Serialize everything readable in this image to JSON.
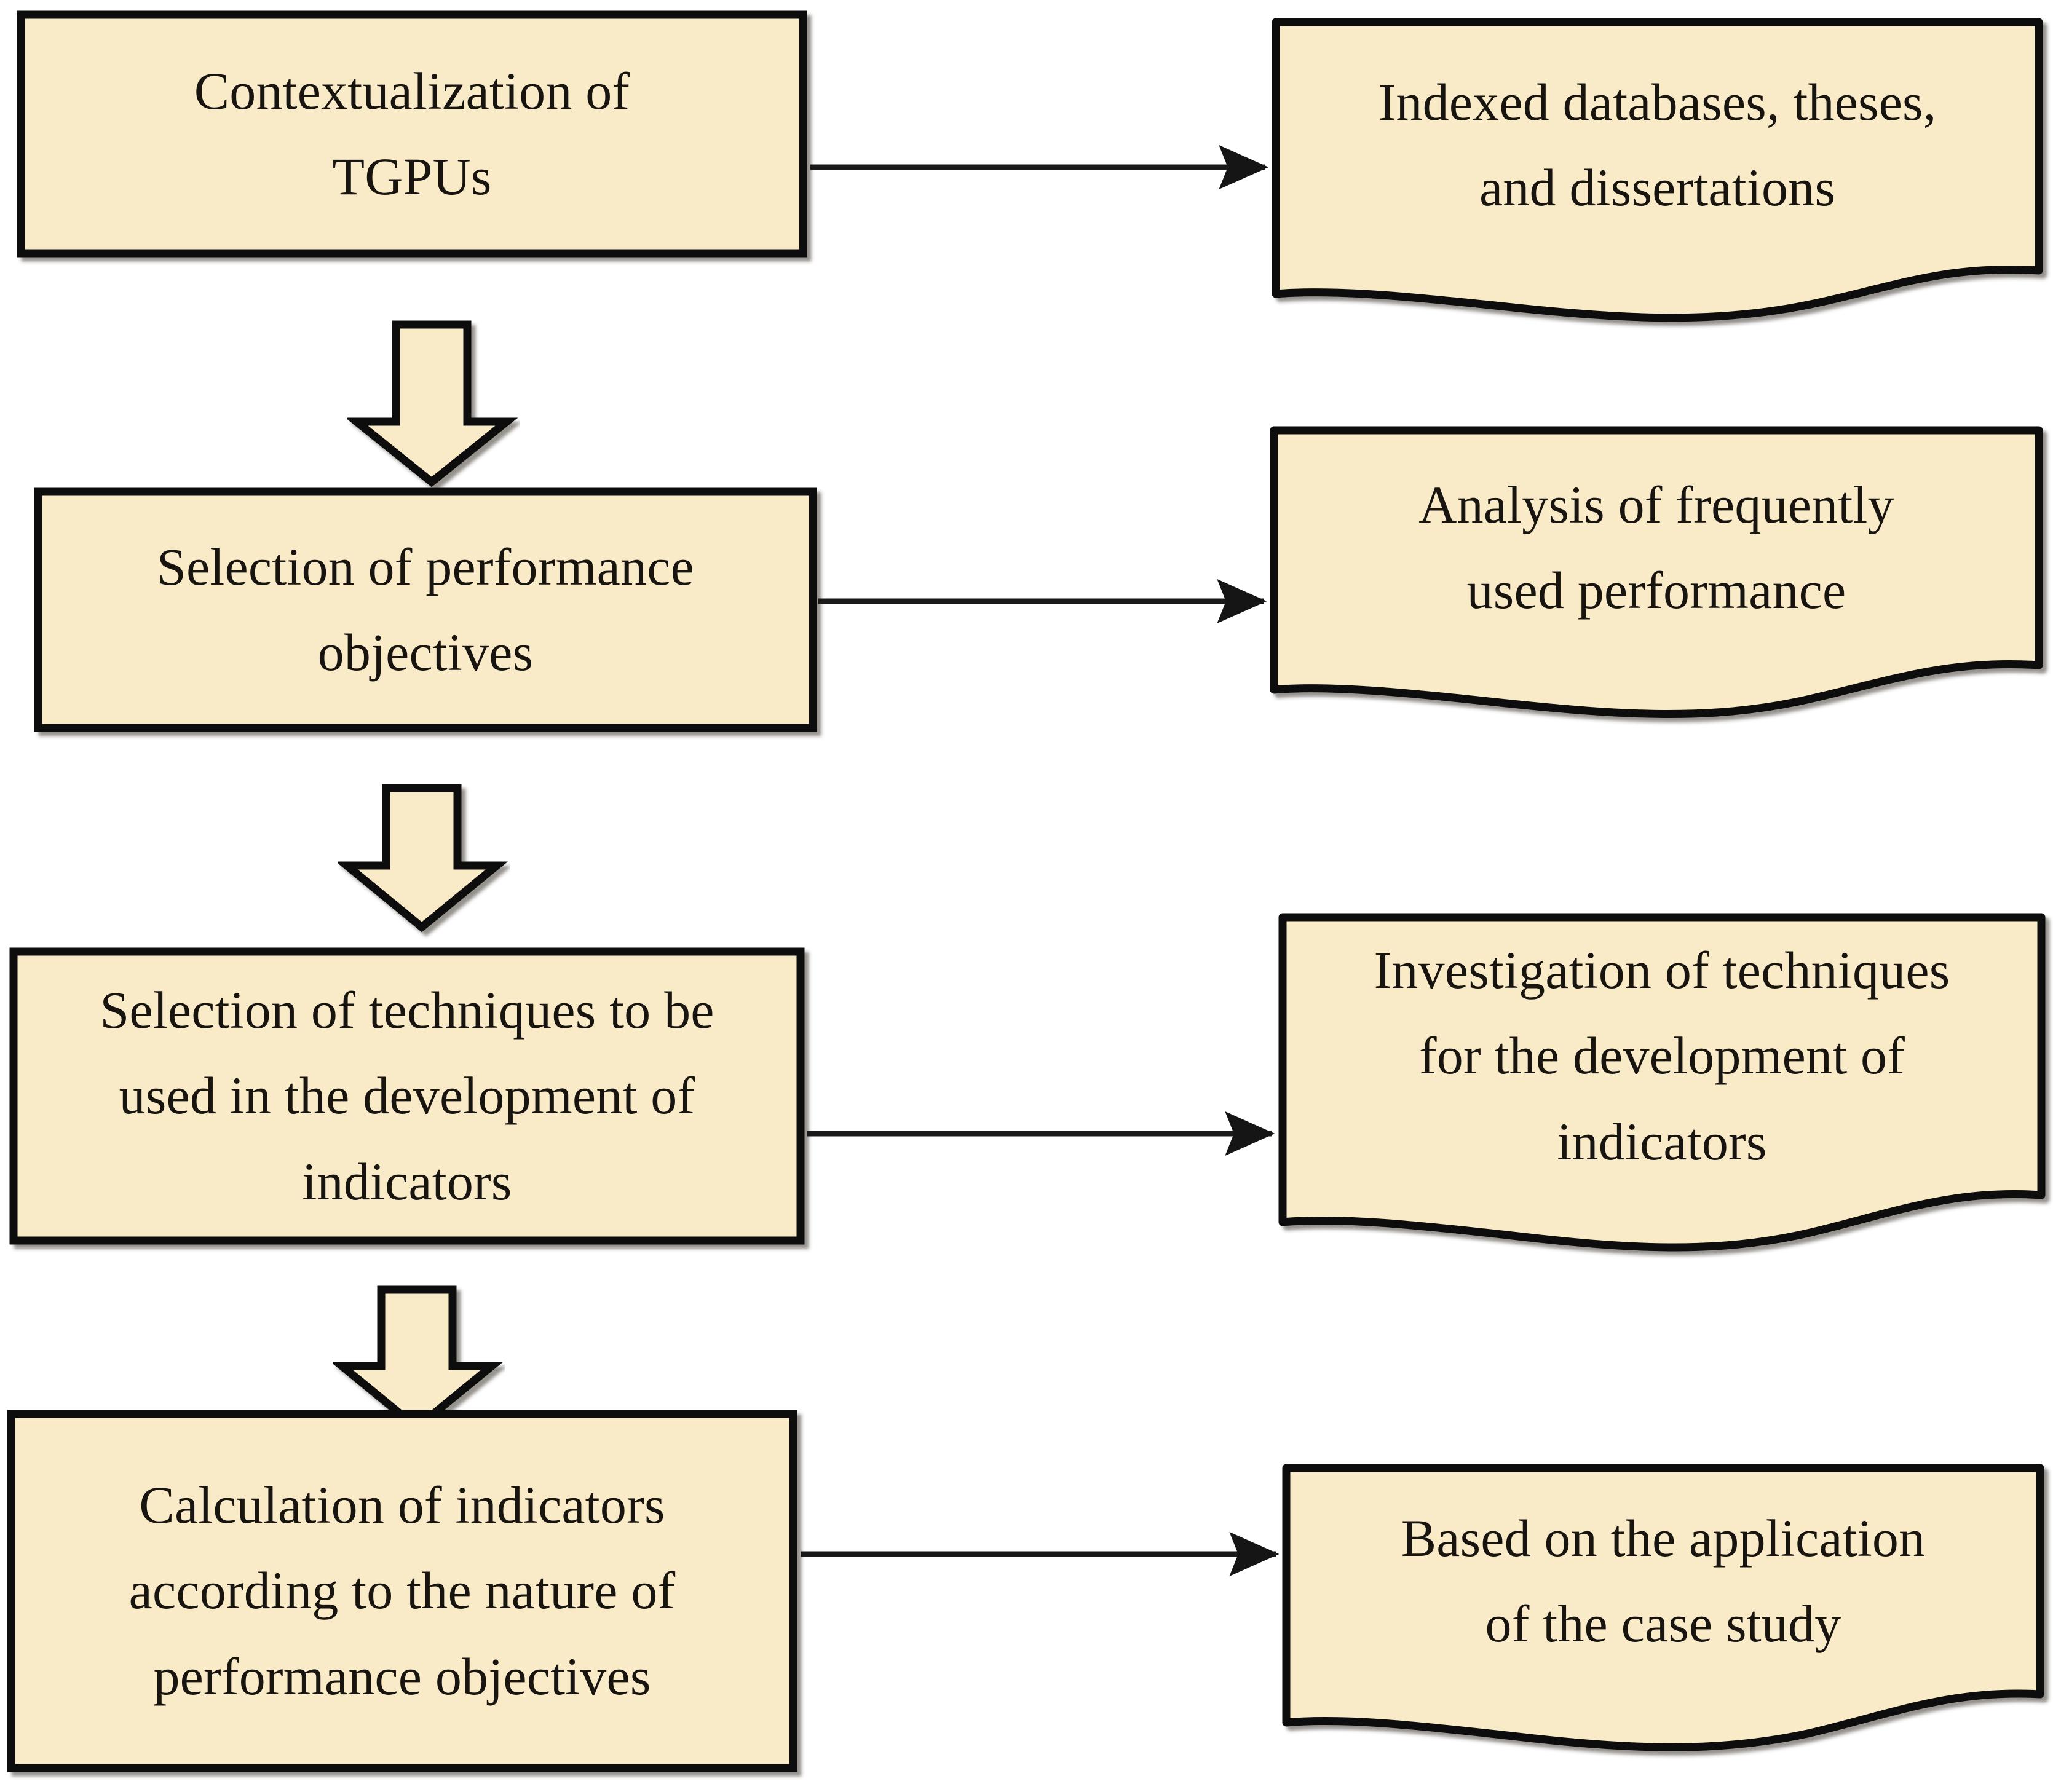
{
  "diagram": {
    "title": "Research methodology flowchart",
    "colors": {
      "node_fill": "#FAEBC8",
      "node_fill_light": "#FCF3DC",
      "node_stroke": "#0D0B08",
      "connector": "#1A1A1A",
      "background": "#FFFFFF"
    },
    "steps": [
      {
        "id": "step-1",
        "shape": "process-box",
        "label_lines": [
          "Contextualization of",
          "TGPUs"
        ],
        "label": "Contextualization of TGPUs"
      },
      {
        "id": "step-2",
        "shape": "process-box",
        "label_lines": [
          "Selection of performance",
          "objectives"
        ],
        "label": "Selection of performance objectives"
      },
      {
        "id": "step-3",
        "shape": "process-box",
        "label_lines": [
          "Selection of techniques to be",
          "used in the development of",
          "indicators"
        ],
        "label": "Selection of techniques to be used in the development of indicators"
      },
      {
        "id": "step-4",
        "shape": "process-box",
        "label_lines": [
          "Calculation of indicators",
          "according to the nature of",
          "performance objectives"
        ],
        "label": "Calculation of indicators according to the nature of performance objectives"
      }
    ],
    "sources": [
      {
        "id": "source-1",
        "shape": "document",
        "label_lines": [
          "Indexed databases, theses,",
          "and dissertations"
        ],
        "label": "Indexed databases, theses, and dissertations"
      },
      {
        "id": "source-2",
        "shape": "document",
        "label_lines": [
          "Analysis of frequently",
          "used performance"
        ],
        "label": "Analysis of frequently used performance"
      },
      {
        "id": "source-3",
        "shape": "document",
        "label_lines": [
          "Investigation of techniques",
          "for the development of",
          "indicators"
        ],
        "label": "Investigation of techniques for the development of indicators"
      },
      {
        "id": "source-4",
        "shape": "document",
        "label_lines": [
          "Based on the application",
          "of the case study"
        ],
        "label": "Based on the application of the case study"
      }
    ],
    "connectors": {
      "horizontal": [
        {
          "id": "arrow-step1-source1",
          "from": "step-1",
          "to": "source-1",
          "style": "line-arrow"
        },
        {
          "id": "arrow-step2-source2",
          "from": "step-2",
          "to": "source-2",
          "style": "line-arrow"
        },
        {
          "id": "arrow-step3-source3",
          "from": "step-3",
          "to": "source-3",
          "style": "line-arrow"
        },
        {
          "id": "arrow-step4-source4",
          "from": "step-4",
          "to": "source-4",
          "style": "line-arrow"
        }
      ],
      "vertical": [
        {
          "id": "arrow-step1-step2",
          "from": "step-1",
          "to": "step-2",
          "style": "block-arrow-down"
        },
        {
          "id": "arrow-step2-step3",
          "from": "step-2",
          "to": "step-3",
          "style": "block-arrow-down"
        },
        {
          "id": "arrow-step3-step4",
          "from": "step-3",
          "to": "step-4",
          "style": "block-arrow-down"
        }
      ]
    }
  }
}
